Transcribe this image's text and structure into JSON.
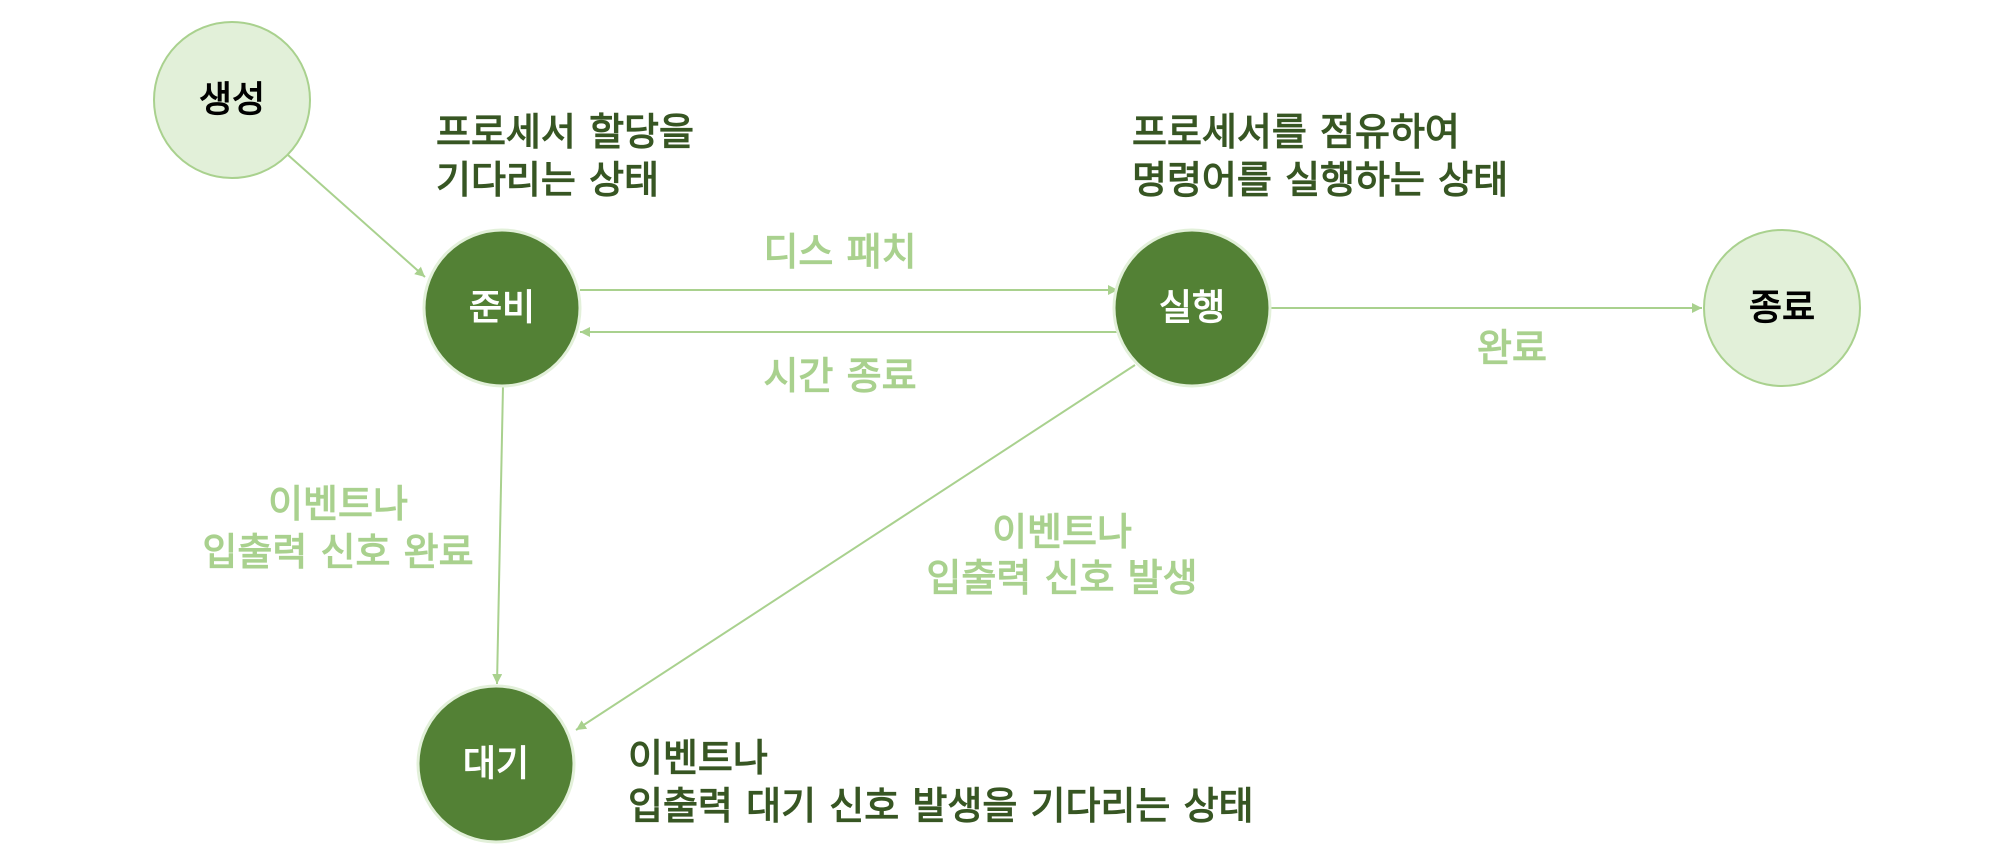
{
  "colors": {
    "light_node_fill": "#e2f0d9",
    "light_node_stroke": "#a9d18e",
    "dark_node_fill": "#538135",
    "edge": "#a9d18e",
    "annotation_text": "#375623"
  },
  "nodes": {
    "create": "생성",
    "ready": "준비",
    "running": "실행",
    "terminated": "종료",
    "waiting": "대기"
  },
  "edges": {
    "dispatch": "디스 패치",
    "timeout": "시간 종료",
    "complete": "완료",
    "io_done_line1": "이벤트나",
    "io_done_line2": "입출력 신호 완료",
    "io_occur_line1": "이벤트나",
    "io_occur_line2": "입출력 신호 발생"
  },
  "annotations": {
    "ready_line1": "프로세서 할당을",
    "ready_line2": "기다리는 상태",
    "running_line1": "프로세서를 점유하여",
    "running_line2": "명령어를 실행하는 상태",
    "waiting_line1": "이벤트나",
    "waiting_line2": "입출력 대기 신호 발생을 기다리는 상태"
  }
}
